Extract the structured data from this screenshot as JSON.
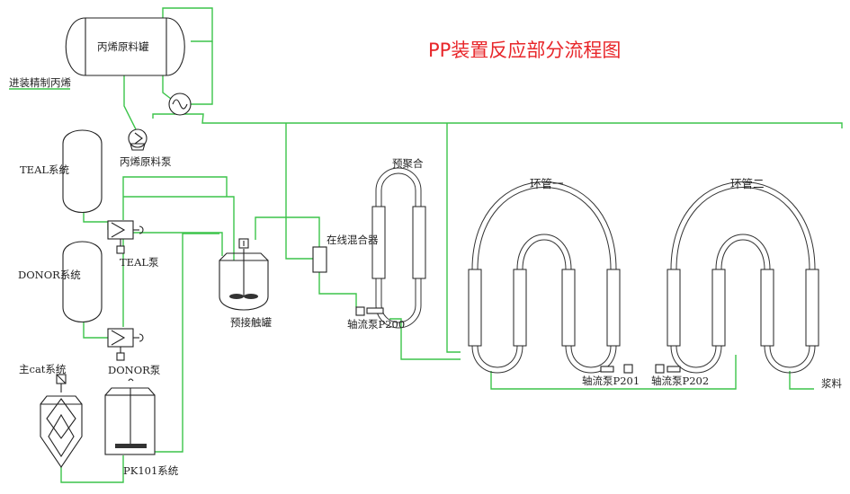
{
  "title": "PP装置反应部分流程图",
  "labels": {
    "propylene_tank": "丙烯原料罐",
    "propylene_feed": "进装精制丙烯",
    "propylene_pump": "丙烯原料泵",
    "teal_system": "TEAL系统",
    "teal_pump": "TEAL泵",
    "donor_system": "DONOR系统",
    "donor_pump": "DONOR泵",
    "main_cat_system": "主cat系统",
    "pk101_system": "PK101系统",
    "precontact_tank": "预接触罐",
    "inline_mixer": "在线混合器",
    "prepolymerization": "预聚合",
    "pump_p200": "轴流泵P200",
    "loop_one": "环管一",
    "loop_two": "环管二",
    "pump_p201": "轴流泵P201",
    "pump_p202": "轴流泵P202",
    "slurry": "浆料"
  },
  "colors": {
    "title": "#e8262a",
    "pipe": "#3cc44a",
    "equipment": "#222222"
  }
}
